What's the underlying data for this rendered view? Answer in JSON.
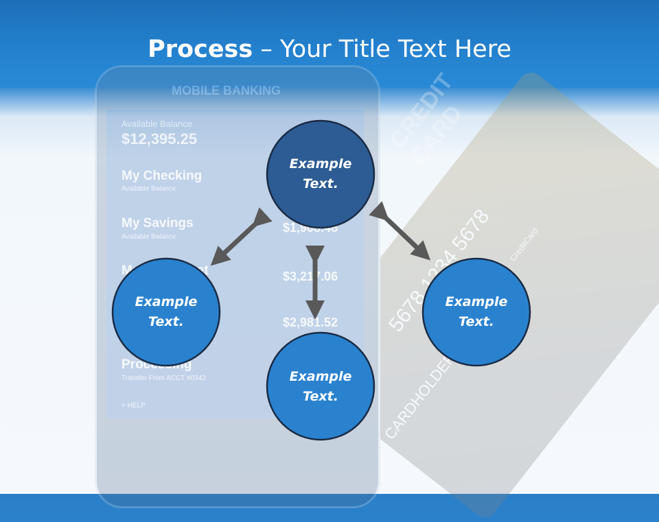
{
  "slide": {
    "title_bold": "Process",
    "title_rest": " – Your Title Text Here"
  },
  "background_phone": {
    "header": "MOBILE BANKING",
    "balance_label": "Available Balance",
    "balance_value": "$12,395.25",
    "rows": [
      {
        "title": "My Checking",
        "sub": "Available Balance",
        "value": ""
      },
      {
        "title": "My Savings",
        "sub": "Available Balance",
        "value": "$1,908.48"
      },
      {
        "title": "Money Market",
        "sub": "",
        "value": "$3,217.06"
      },
      {
        "title": "",
        "sub": "",
        "value": "$2,981.52"
      },
      {
        "title": "Processing",
        "sub": "Transfer From ACCT #0342",
        "value": ""
      }
    ],
    "help": "> HELP"
  },
  "background_card": {
    "label": "CREDIT CARD",
    "number": "5678 1234 5678",
    "holder": "CARDHOLDER",
    "chip_label": "CreditCard"
  },
  "nodes": [
    {
      "id": "top",
      "line1": "Example",
      "line2": "Text.",
      "fill": "#2c5c93"
    },
    {
      "id": "left",
      "line1": "Example",
      "line2": "Text.",
      "fill": "#2a82cf"
    },
    {
      "id": "right",
      "line1": "Example",
      "line2": "Text.",
      "fill": "#2a82cf"
    },
    {
      "id": "bottom",
      "line1": "Example",
      "line2": "Text.",
      "fill": "#2a82cf"
    }
  ],
  "colors": {
    "arrow": "#595959",
    "circle_stroke": "#1a2b44"
  }
}
